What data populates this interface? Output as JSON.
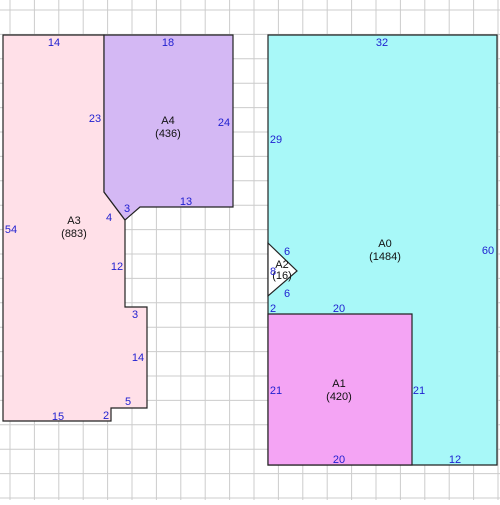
{
  "colors": {
    "grid": "#cccccc",
    "outline": "#222222",
    "dimension_text": "#1f1fd0",
    "label_text": "#111111",
    "A0": "#a8f8f8",
    "A1": "#f4a4f4",
    "A2": "#ffffff",
    "A3": "#ffe0e8",
    "A4": "#d4b8f4"
  },
  "regions": [
    {
      "id": "A0",
      "name": "A0",
      "value": "(1484)"
    },
    {
      "id": "A1",
      "name": "A1",
      "value": "(420)"
    },
    {
      "id": "A2",
      "name": "A2",
      "value": "(16)"
    },
    {
      "id": "A3",
      "name": "A3",
      "value": "(883)"
    },
    {
      "id": "A4",
      "name": "A4",
      "value": "(436)"
    }
  ],
  "dimensions": {
    "a3_top": "14",
    "a4_top": "18",
    "a4_left": "23",
    "a4_right": "24",
    "a4_bottom": "13",
    "a4_notch_diag": "3",
    "a3_left": "54",
    "a3_notch_diag": "4",
    "a3_inner_vertical": "12",
    "a3_step": "3",
    "a3_lower_right": "14",
    "a3_bottom_step_v": "5",
    "a3_bottom_step_h": "2",
    "a3_bottom": "15",
    "a0_top": "32",
    "a0_left_upper": "29",
    "a0_right": "60",
    "a2_edge_upper": "6",
    "a2_edge_left": "8",
    "a2_edge_lower": "6",
    "a0_left_gap": "2",
    "a1_top": "20",
    "a1_left": "21",
    "a1_right": "21",
    "a1_bottom": "20",
    "a0_bottom": "12"
  }
}
